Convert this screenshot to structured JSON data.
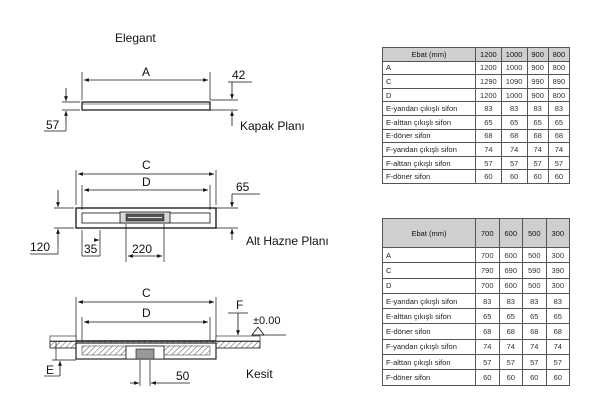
{
  "title": "Elegant",
  "drawing": {
    "cover_plan": {
      "label": "Kapak Planı",
      "dim_a": "A",
      "dim_42": "42",
      "dim_57": "57"
    },
    "bottom_plan": {
      "label": "Alt Hazne Planı",
      "dim_c": "C",
      "dim_d": "D",
      "dim_65": "65",
      "dim_120": "120",
      "dim_35": "35",
      "dim_220": "220"
    },
    "section": {
      "label": "Kesit",
      "dim_c": "C",
      "dim_d": "D",
      "dim_f": "F",
      "dim_level": "±0.00",
      "dim_e": "E",
      "dim_50": "50"
    }
  },
  "table1": {
    "headers": [
      "Ebat (mm)",
      "1200",
      "1000",
      "900",
      "800"
    ],
    "rows": [
      [
        "A",
        "1200",
        "1000",
        "900",
        "800"
      ],
      [
        "C",
        "1290",
        "1090",
        "990",
        "890"
      ],
      [
        "D",
        "1200",
        "1000",
        "900",
        "800"
      ],
      [
        "E-yandan çıkışlı sifon",
        "83",
        "83",
        "83",
        "83"
      ],
      [
        "E-alttan çıkışlı sifon",
        "65",
        "65",
        "65",
        "65"
      ],
      [
        "E-döner sifon",
        "68",
        "68",
        "68",
        "68"
      ],
      [
        "F-yandan çıkışlı sifon",
        "74",
        "74",
        "74",
        "74"
      ],
      [
        "F-alttan çıkışlı sifon",
        "57",
        "57",
        "57",
        "57"
      ],
      [
        "F-döner sifon",
        "60",
        "60",
        "60",
        "60"
      ]
    ]
  },
  "table2": {
    "headers": [
      "Ebat (mm)",
      "700",
      "600",
      "500",
      "300"
    ],
    "rows": [
      [
        "A",
        "700",
        "600",
        "500",
        "300"
      ],
      [
        "C",
        "790",
        "690",
        "590",
        "390"
      ],
      [
        "D",
        "700",
        "600",
        "500",
        "300"
      ],
      [
        "E-yandan çıkışlı sifon",
        "83",
        "83",
        "83",
        "83"
      ],
      [
        "E-alttan çıkışlı sifon",
        "65",
        "65",
        "65",
        "65"
      ],
      [
        "E-döner sifon",
        "68",
        "68",
        "68",
        "68"
      ],
      [
        "F-yandan çıkışlı sifon",
        "74",
        "74",
        "74",
        "74"
      ],
      [
        "F-alttan çıkışlı sifon",
        "57",
        "57",
        "57",
        "57"
      ],
      [
        "F-döner sifon",
        "60",
        "60",
        "60",
        "60"
      ]
    ]
  }
}
